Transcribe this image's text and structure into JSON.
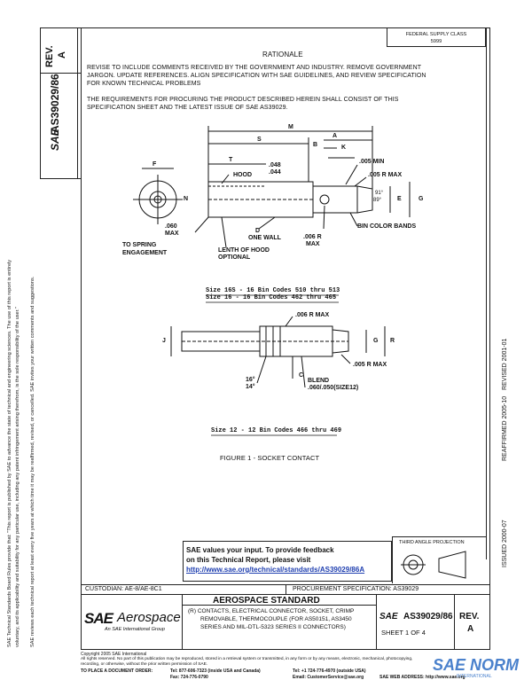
{
  "header": {
    "rev_label": "REV.",
    "rev_value": "A",
    "doc_number": "AS39029/86",
    "sae_prefix": "SAE",
    "federal_line1": "FEDERAL SUPPLY CLASS",
    "federal_line2": "5999"
  },
  "right_margin": {
    "revised": "REVISED 2001-01",
    "reaffirmed": "REAFFIRMED 2005-10",
    "issued": "ISSUED 2000-07"
  },
  "left_margin": {
    "line1": "SAE Technical Standards Board Rules provide that: \"This report is published by SAE to advance the state of technical and engineering sciences. The use of this report is entirely",
    "line2": "voluntary, and its applicability and suitability for any particular use, including any patent infringement arising therefrom, is the sole responsibility of the user.\"",
    "line3": "SAE reviews each technical report at least every five years at which time it may be reaffirmed, revised, or cancelled. SAE invites your written comments and suggestions."
  },
  "rationale": {
    "title": "RATIONALE",
    "body": [
      "REVISE TO INCLUDE COMMENTS RECEIVED BY THE GOVERNMENT AND INDUSTRY. REMOVE GOVERNMENT",
      "JARGON. UPDATE REFERENCES. ALIGN SPECIFICATION WITH SAE GUIDELINES, AND REVIEW SPECIFICATION",
      "FOR KNOWN TECHNICAL PROBLEMS"
    ],
    "requirements": [
      "THE REQUIREMENTS FOR PROCURING THE PRODUCT DESCRIBED HEREIN SHALL CONSIST OF THIS",
      "SPECIFICATION SHEET AND THE LATEST ISSUE OF SAE AS39029."
    ]
  },
  "drawing": {
    "dims": {
      "M": "M",
      "S": "S",
      "A": "A",
      "B": "B",
      "K": "K",
      "T": "T",
      "F": "F",
      "N": "N",
      "D": "D",
      "E": "E",
      "G": "G",
      "J": "J",
      "R": "R",
      "C": "C",
      "d048": ".048",
      "d044": ".044",
      "a91": "91°",
      "a89": "89°"
    },
    "labels": {
      "hood": "HOOD",
      "min005": ".005 MIN",
      "rmax005": ".005 R MAX",
      "max060": ".060",
      "max060b": "MAX",
      "spring1": "TO SPRING",
      "spring2": "ENGAGEMENT",
      "onewall": "ONE WALL",
      "rmax006": ".006 R",
      "rmax006b": "MAX",
      "bands": "BIN COLOR BANDS",
      "hood1": "LENTH OF HOOD",
      "hood2": "OPTIONAL",
      "size1": "Size 16S - 16   Bin Codes 510 thru 513",
      "size2": "Size 16 - 16    Bin Codes 462 thru 465",
      "rmax006c": ".006 R MAX",
      "rmax005c": ".005 R MAX",
      "a16": "16°",
      "a14": "14°",
      "blend": "BLEND",
      "blend_dim": ".060/.050(SIZE12)",
      "size3": "Size 12 - 12    Bin Codes 466 thru 469",
      "caption": "FIGURE 1 - SOCKET CONTACT"
    }
  },
  "feedback": {
    "line1": "SAE values your input. To provide feedback",
    "line2": "on this Technical Report, please visit",
    "url": "http://www.sae.org/technical/standards/AS39029/86A"
  },
  "projection": "THIRD ANGLE PROJECTION",
  "footer": {
    "custodian": "CUSTODIAN: AE-8/AE-8C1",
    "procurement": "PROCUREMENT SPECIFICATION:  AS39029",
    "logo_sae": "SAE",
    "logo_aero": "Aerospace",
    "logo_tag": "An SAE International Group",
    "standard": "AEROSPACE STANDARD",
    "desc1": "(R) CONTACTS, ELECTRICAL CONNECTOR, SOCKET, CRIMP",
    "desc2": "REMOVABLE, THERMOCOUPLE (FOR AS50151, AS3450",
    "desc3": "SERIES AND MIL-DTL-5323 SERIES II CONNECTORS)",
    "doc_prefix": "SAE",
    "doc_number": "AS39029/86",
    "sheet": "SHEET 1 OF 4",
    "rev_label": "REV.",
    "rev_value": "A"
  },
  "bottom": {
    "copyright": "Copyright 2005 SAE International",
    "rights1": "All rights reserved. No part of this publication may be reproduced, stored in a retrieval system or transmitted, in any form or by any means, electronic, mechanical, photocopying,",
    "rights2": "recording, or otherwise, without the prior written permission of SAE.",
    "order": "TO PLACE A DOCUMENT ORDER:",
    "tel": "Tel:  877-606-7323 (inside USA and Canada)",
    "fax": "Fax: 724-776-0790",
    "tel2": "Tel:  +1 724-776-4970 (outside USA)",
    "email": "Email:  CustomerService@sae.org",
    "web": "SAE WEB ADDRESS:  http://www.sae.org",
    "watermark": "SAE NORM",
    "watermark_sub": "INTERNATIONAL"
  }
}
